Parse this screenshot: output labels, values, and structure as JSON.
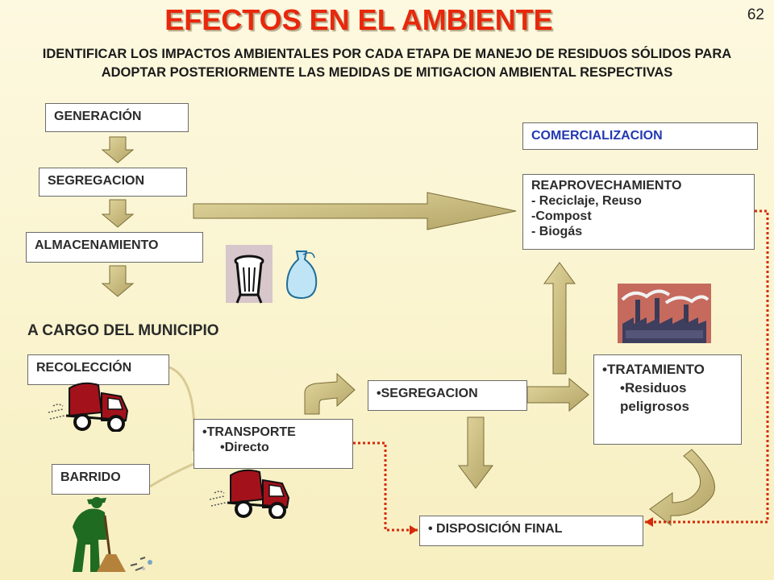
{
  "slide": {
    "title": "EFECTOS EN EL AMBIENTE",
    "page_number": "62",
    "subtitle": "IDENTIFICAR LOS IMPACTOS AMBIENTALES POR CADA ETAPA DE MANEJO DE RESIDUOS SÓLIDOS PARA ADOPTAR POSTERIORMENTE LAS MEDIDAS DE MITIGACION AMBIENTAL RESPECTIVAS"
  },
  "flow": {
    "generacion": "GENERACIÓN",
    "segregacion_1": "SEGREGACION",
    "almacenamiento": "ALMACENAMIENTO",
    "municipio_heading": "A CARGO DEL MUNICIPIO",
    "recoleccion": "RECOLECCIÓN",
    "barrido": "BARRIDO",
    "transporte": {
      "title": "•TRANSPORTE",
      "item": "•Directo"
    },
    "segregacion_2": "•SEGREGACION",
    "disposicion_final": "•  DISPOSICIÓN FINAL",
    "tratamiento": {
      "title": "•TRATAMIENTO",
      "item_line1": "•Residuos",
      "item_line2": "peligrosos"
    },
    "comercializacion": "COMERCIALIZACION",
    "reaprovechamiento": {
      "title": "REAPROVECHAMIENTO",
      "items": [
        "- Reciclaje, Reuso",
        "-Compost",
        "- Biogás"
      ]
    }
  },
  "colors": {
    "title_red": "#e8280c",
    "arrow_fill": "#c8ba7c",
    "dotted_connector": "#d52b0a",
    "box_text_blue": "#2338b3",
    "truck_red": "#a3121b"
  },
  "icons": [
    "trash-can-icon",
    "garbage-bag-icon",
    "factory-icon",
    "garbage-truck-icon",
    "sweeper-icon"
  ]
}
